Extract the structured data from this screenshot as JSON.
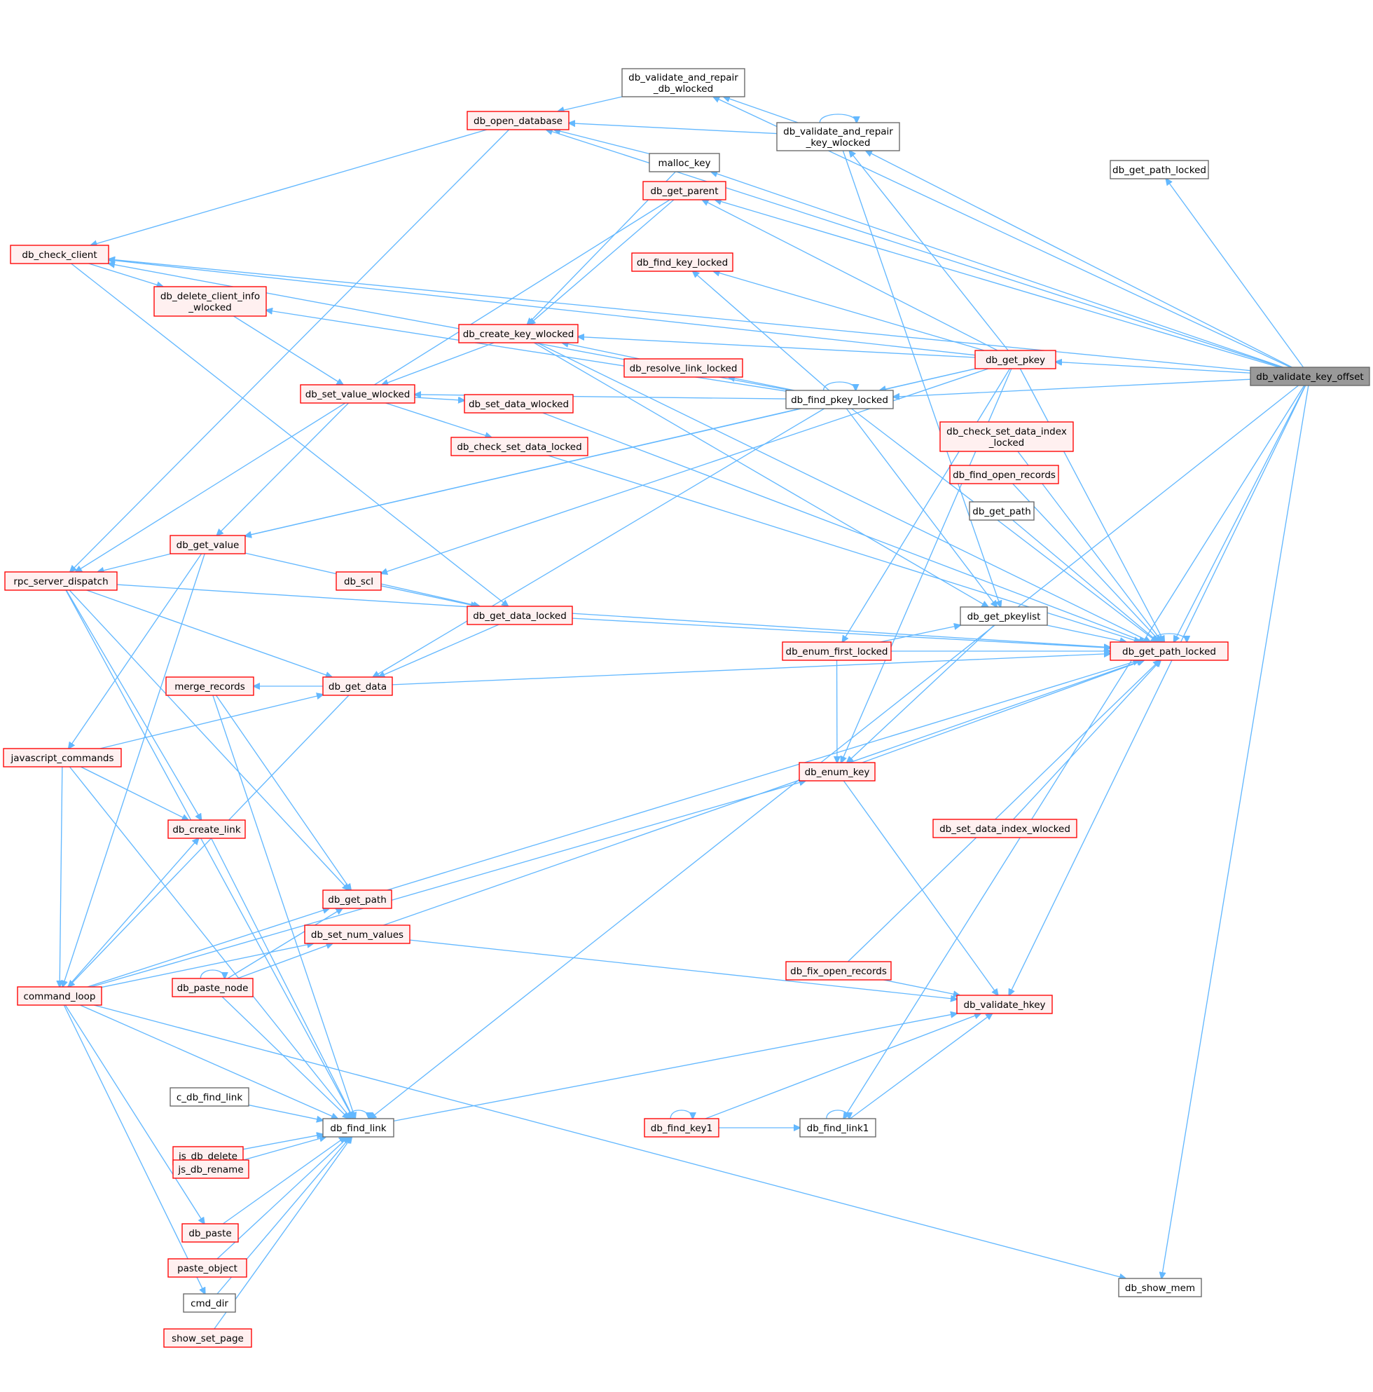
{
  "nodes": {
    "n_vko": {
      "lines": [
        "db_validate_key_offset"
      ],
      "style": "focus"
    },
    "n_vrdb": {
      "lines": [
        "db_validate_and_repair",
        "_db_wlocked"
      ],
      "style": "normal"
    },
    "n_vrk": {
      "lines": [
        "db_validate_and_repair",
        "_key_wlocked"
      ],
      "style": "normal"
    },
    "n_od": {
      "lines": [
        "db_open_database"
      ],
      "style": "red"
    },
    "n_mk": {
      "lines": [
        "malloc_key"
      ],
      "style": "normal"
    },
    "n_gpl2": {
      "lines": [
        "db_get_path_locked"
      ],
      "style": "normal"
    },
    "n_gpar": {
      "lines": [
        "db_get_parent"
      ],
      "style": "red"
    },
    "n_cc": {
      "lines": [
        "db_check_client"
      ],
      "style": "red"
    },
    "n_fkl": {
      "lines": [
        "db_find_key_locked"
      ],
      "style": "red"
    },
    "n_dci": {
      "lines": [
        "db_delete_client_info",
        "_wlocked"
      ],
      "style": "red"
    },
    "n_ckw": {
      "lines": [
        "db_create_key_wlocked"
      ],
      "style": "red"
    },
    "n_gpk": {
      "lines": [
        "db_get_pkey"
      ],
      "style": "red"
    },
    "n_rll": {
      "lines": [
        "db_resolve_link_locked"
      ],
      "style": "red"
    },
    "n_svw": {
      "lines": [
        "db_set_value_wlocked"
      ],
      "style": "red"
    },
    "n_fpk": {
      "lines": [
        "db_find_pkey_locked"
      ],
      "style": "normal"
    },
    "n_sdw": {
      "lines": [
        "db_set_data_wlocked"
      ],
      "style": "red"
    },
    "n_csdl": {
      "lines": [
        "db_check_set_data_locked"
      ],
      "style": "red"
    },
    "n_csdil": {
      "lines": [
        "db_check_set_data_index",
        "_locked"
      ],
      "style": "red"
    },
    "n_for": {
      "lines": [
        "db_find_open_records"
      ],
      "style": "red"
    },
    "n_gpath2": {
      "lines": [
        "db_get_path"
      ],
      "style": "normal"
    },
    "n_gv": {
      "lines": [
        "db_get_value"
      ],
      "style": "red"
    },
    "n_rsd": {
      "lines": [
        "rpc_server_dispatch"
      ],
      "style": "red"
    },
    "n_scl": {
      "lines": [
        "db_scl"
      ],
      "style": "red"
    },
    "n_gdl": {
      "lines": [
        "db_get_data_locked"
      ],
      "style": "red"
    },
    "n_gpkl": {
      "lines": [
        "db_get_pkeylist"
      ],
      "style": "normal"
    },
    "n_efl": {
      "lines": [
        "db_enum_first_locked"
      ],
      "style": "red"
    },
    "n_gpl": {
      "lines": [
        "db_get_path_locked"
      ],
      "style": "red"
    },
    "n_mr": {
      "lines": [
        "merge_records"
      ],
      "style": "red"
    },
    "n_gd": {
      "lines": [
        "db_get_data"
      ],
      "style": "red"
    },
    "n_jc": {
      "lines": [
        "javascript_commands"
      ],
      "style": "red"
    },
    "n_ek": {
      "lines": [
        "db_enum_key"
      ],
      "style": "red"
    },
    "n_cl": {
      "lines": [
        "db_create_link"
      ],
      "style": "red"
    },
    "n_sdiw": {
      "lines": [
        "db_set_data_index_wlocked"
      ],
      "style": "red"
    },
    "n_gpath": {
      "lines": [
        "db_get_path"
      ],
      "style": "red"
    },
    "n_snv": {
      "lines": [
        "db_set_num_values"
      ],
      "style": "red"
    },
    "n_for2": {
      "lines": [
        "db_fix_open_records"
      ],
      "style": "red"
    },
    "n_pn": {
      "lines": [
        "db_paste_node"
      ],
      "style": "red"
    },
    "n_cmd": {
      "lines": [
        "command_loop"
      ],
      "style": "red"
    },
    "n_vh": {
      "lines": [
        "db_validate_hkey"
      ],
      "style": "red"
    },
    "n_cdfl": {
      "lines": [
        "c_db_find_link"
      ],
      "style": "normal"
    },
    "n_fl": {
      "lines": [
        "db_find_link"
      ],
      "style": "normal"
    },
    "n_fk1": {
      "lines": [
        "db_find_key1"
      ],
      "style": "red"
    },
    "n_fl1": {
      "lines": [
        "db_find_link1"
      ],
      "style": "normal"
    },
    "n_jsd": {
      "lines": [
        "js_db_delete"
      ],
      "style": "red"
    },
    "n_jsr": {
      "lines": [
        "js_db_rename"
      ],
      "style": "red"
    },
    "n_paste": {
      "lines": [
        "db_paste"
      ],
      "style": "red"
    },
    "n_po": {
      "lines": [
        "paste_object"
      ],
      "style": "red"
    },
    "n_cd": {
      "lines": [
        "cmd_dir"
      ],
      "style": "normal"
    },
    "n_ssp": {
      "lines": [
        "show_set_page"
      ],
      "style": "red"
    },
    "n_sm": {
      "lines": [
        "db_show_mem"
      ],
      "style": "normal"
    }
  },
  "edges": [
    [
      "n_vrdb",
      "n_vko"
    ],
    [
      "n_vrk",
      "n_vko"
    ],
    [
      "n_mk",
      "n_vko"
    ],
    [
      "n_gpl2",
      "n_vko"
    ],
    [
      "n_gpar",
      "n_vko"
    ],
    [
      "n_gpk",
      "n_vko"
    ],
    [
      "n_fpk",
      "n_vko"
    ],
    [
      "n_gpl",
      "n_vko"
    ],
    [
      "n_vh",
      "n_vko"
    ],
    [
      "n_fl1",
      "n_vko"
    ],
    [
      "n_fl",
      "n_vko"
    ],
    [
      "n_sm",
      "n_vko"
    ],
    [
      "n_cc",
      "n_vko"
    ],
    [
      "n_od",
      "n_vko"
    ],
    [
      "n_od",
      "n_vrdb"
    ],
    [
      "n_vrdb",
      "n_vrk"
    ],
    [
      "n_od",
      "n_vrk"
    ],
    [
      "n_vrk",
      "n_vrk"
    ],
    [
      "n_od",
      "n_mk"
    ],
    [
      "n_cc",
      "n_od"
    ],
    [
      "n_rsd",
      "n_od"
    ],
    [
      "n_ckw",
      "n_mk"
    ],
    [
      "n_ckw",
      "n_gpar"
    ],
    [
      "n_rsd",
      "n_gpar"
    ],
    [
      "n_gpar",
      "n_gpk"
    ],
    [
      "n_vrk",
      "n_gpk"
    ],
    [
      "n_fkl",
      "n_gpk"
    ],
    [
      "n_ckw",
      "n_gpk"
    ],
    [
      "n_cc",
      "n_gpk"
    ],
    [
      "n_gpkl",
      "n_vrk"
    ],
    [
      "n_cc",
      "n_fpk"
    ],
    [
      "n_dci",
      "n_fpk"
    ],
    [
      "n_fkl",
      "n_fpk"
    ],
    [
      "n_rll",
      "n_fpk"
    ],
    [
      "n_svw",
      "n_fpk"
    ],
    [
      "n_fpk",
      "n_fpk"
    ],
    [
      "n_fpk",
      "n_gpk"
    ],
    [
      "n_gv",
      "n_fpk"
    ],
    [
      "n_gd",
      "n_fpk"
    ],
    [
      "n_gpkl",
      "n_fpk"
    ],
    [
      "n_scl",
      "n_gpk"
    ],
    [
      "n_efl",
      "n_gpk"
    ],
    [
      "n_ek",
      "n_gpk"
    ],
    [
      "n_gv",
      "n_gpk"
    ],
    [
      "n_ckw",
      "n_rll"
    ],
    [
      "n_dci",
      "n_cc"
    ],
    [
      "n_svw",
      "n_dci"
    ],
    [
      "n_svw",
      "n_ckw"
    ],
    [
      "n_gv",
      "n_svw"
    ],
    [
      "n_sdw",
      "n_svw"
    ],
    [
      "n_csdl",
      "n_svw"
    ],
    [
      "n_rsd",
      "n_gv"
    ],
    [
      "n_jc",
      "n_gv"
    ],
    [
      "n_cmd",
      "n_gv"
    ],
    [
      "n_gdl",
      "n_gv"
    ],
    [
      "n_gdl",
      "n_scl"
    ],
    [
      "n_gdl",
      "n_cc"
    ],
    [
      "n_gd",
      "n_gdl"
    ],
    [
      "n_gd",
      "n_rsd"
    ],
    [
      "n_gd",
      "n_jc"
    ],
    [
      "n_cmd",
      "n_gd"
    ],
    [
      "n_mr",
      "n_gd"
    ],
    [
      "n_gpkl",
      "n_efl"
    ],
    [
      "n_gpkl",
      "n_ckw"
    ],
    [
      "n_gpl",
      "n_gpkl"
    ],
    [
      "n_gpl",
      "n_efl"
    ],
    [
      "n_gpl",
      "n_gpk"
    ],
    [
      "n_gpl",
      "n_ek"
    ],
    [
      "n_gpl",
      "n_gd"
    ],
    [
      "n_gpl",
      "n_fpk"
    ],
    [
      "n_gpl",
      "n_ckw"
    ],
    [
      "n_gpl",
      "n_rsd"
    ],
    [
      "n_gpl",
      "n_gpath"
    ],
    [
      "n_gpl",
      "n_snv"
    ],
    [
      "n_gpl",
      "n_for2"
    ],
    [
      "n_gpl",
      "n_csdil"
    ],
    [
      "n_gpl",
      "n_for"
    ],
    [
      "n_gpl",
      "n_gpath2"
    ],
    [
      "n_gpl",
      "n_sdiw"
    ],
    [
      "n_gpl",
      "n_gdl"
    ],
    [
      "n_gpl",
      "n_gpl"
    ],
    [
      "n_gpl",
      "n_sdw"
    ],
    [
      "n_gpl",
      "n_csdl"
    ],
    [
      "n_ek",
      "n_gpkl"
    ],
    [
      "n_ek",
      "n_efl"
    ],
    [
      "n_ek",
      "n_cmd"
    ],
    [
      "n_vh",
      "n_ek"
    ],
    [
      "n_vh",
      "n_snv"
    ],
    [
      "n_vh",
      "n_for2"
    ],
    [
      "n_vh",
      "n_fl"
    ],
    [
      "n_vh",
      "n_fk1"
    ],
    [
      "n_vh",
      "n_fl1"
    ],
    [
      "n_fl1",
      "n_fl1"
    ],
    [
      "n_fl1",
      "n_fk1"
    ],
    [
      "n_fk1",
      "n_fk1"
    ],
    [
      "n_gpath",
      "n_rsd"
    ],
    [
      "n_gpath",
      "n_mr"
    ],
    [
      "n_gpath",
      "n_pn"
    ],
    [
      "n_gpath",
      "n_cmd"
    ],
    [
      "n_snv",
      "n_pn"
    ],
    [
      "n_snv",
      "n_cmd"
    ],
    [
      "n_pn",
      "n_pn"
    ],
    [
      "n_cl",
      "n_jc"
    ],
    [
      "n_cl",
      "n_rsd"
    ],
    [
      "n_cl",
      "n_cmd"
    ],
    [
      "n_fl",
      "n_fl"
    ],
    [
      "n_fl",
      "n_cl"
    ],
    [
      "n_fl",
      "n_pn"
    ],
    [
      "n_fl",
      "n_cdfl"
    ],
    [
      "n_fl",
      "n_jsd"
    ],
    [
      "n_fl",
      "n_jsr"
    ],
    [
      "n_fl",
      "n_paste"
    ],
    [
      "n_fl",
      "n_po"
    ],
    [
      "n_fl",
      "n_cd"
    ],
    [
      "n_fl",
      "n_ssp"
    ],
    [
      "n_fl",
      "n_cmd"
    ],
    [
      "n_fl",
      "n_jc"
    ],
    [
      "n_fl",
      "n_rsd"
    ],
    [
      "n_fl",
      "n_mr"
    ],
    [
      "n_paste",
      "n_cmd"
    ],
    [
      "n_cd",
      "n_cmd"
    ],
    [
      "n_sm",
      "n_cmd"
    ],
    [
      "n_cmd",
      "n_jc"
    ]
  ]
}
